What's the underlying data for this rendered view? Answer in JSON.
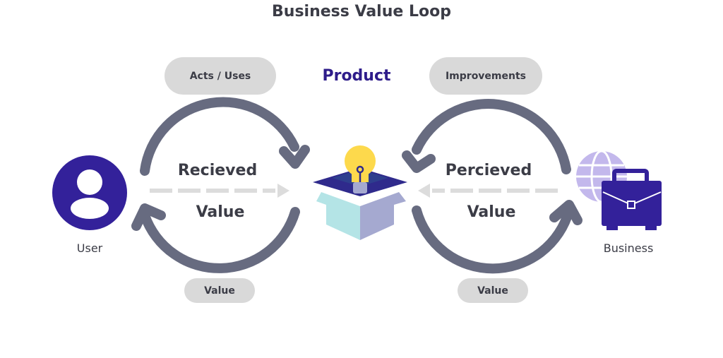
{
  "title": "Business Value Loop",
  "center": {
    "label": "Product",
    "icon": "box-lightbulb-icon"
  },
  "nodes": {
    "user": {
      "label": "User",
      "icon": "user-icon"
    },
    "business": {
      "label": "Business",
      "icon": "briefcase-globe-icon"
    }
  },
  "left_loop": {
    "top_pill": "Acts / Uses",
    "bottom_pill": "Value",
    "center_line1": "Recieved",
    "center_line2": "Value"
  },
  "right_loop": {
    "top_pill": "Improvements",
    "bottom_pill": "Value",
    "center_line1": "Percieved",
    "center_line2": "Value"
  },
  "colors": {
    "arrow": "#676b80",
    "dashed_arrow": "#dcdcdc",
    "pill": "#d9d9d9",
    "accent_purple": "#33219a",
    "text_dark": "#3b3c46",
    "bulb_yellow": "#fdd94c",
    "box_light": "#b4e4e6",
    "box_side": "#a5a9d0",
    "globe": "#c3b8ec"
  }
}
